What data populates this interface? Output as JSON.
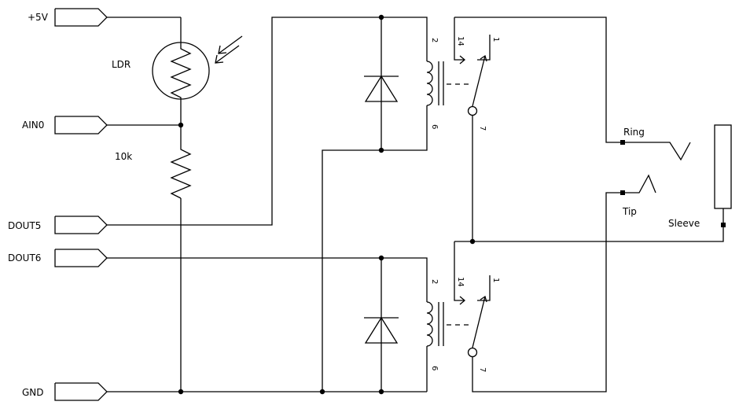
{
  "ports": {
    "vcc": "+5V",
    "ain0": "AIN0",
    "dout5": "DOUT5",
    "dout6": "DOUT6",
    "gnd": "GND"
  },
  "components": {
    "ldr": "LDR",
    "resistor_value": "10k"
  },
  "relay_pins": {
    "coil_top": "2",
    "coil_bottom": "6",
    "contact_no": "14",
    "contact_nc": "1",
    "common": "7"
  },
  "jack": {
    "ring": "Ring",
    "tip": "Tip",
    "sleeve": "Sleeve"
  }
}
